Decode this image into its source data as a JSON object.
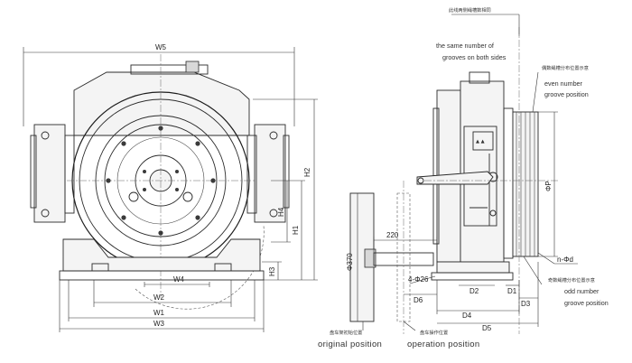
{
  "dimensions": {
    "W5": "W5",
    "W4": "W4",
    "W2": "W2",
    "W1": "W1",
    "W3": "W3",
    "H1": "H1",
    "H2": "H2",
    "H3": "H3",
    "H4": "H4",
    "D1": "D1",
    "D2": "D2",
    "D3": "D3",
    "D4": "D4",
    "D5": "D5",
    "D6": "D6",
    "dia370": "Φ370",
    "len220": "220",
    "holes": "4-Φ26",
    "phiP": "ΦP",
    "nphid": "n-Φd"
  },
  "notes": {
    "same_grooves_cn": "此线两侧绳槽数相同",
    "same_grooves_en_1": "the same number of",
    "same_grooves_en_2": "grooves on both sides",
    "even_cn": "偶数绳槽分布位置示意",
    "even_en_1": "even number",
    "even_en_2": "groove position",
    "odd_cn": "奇数绳槽分布位置示意",
    "odd_en_1": "odd number",
    "odd_en_2": "groove position",
    "original_cn": "盘车架初始位置",
    "original_en": "original position",
    "operation_cn": "盘车操作位置",
    "operation_en": "operation position"
  }
}
